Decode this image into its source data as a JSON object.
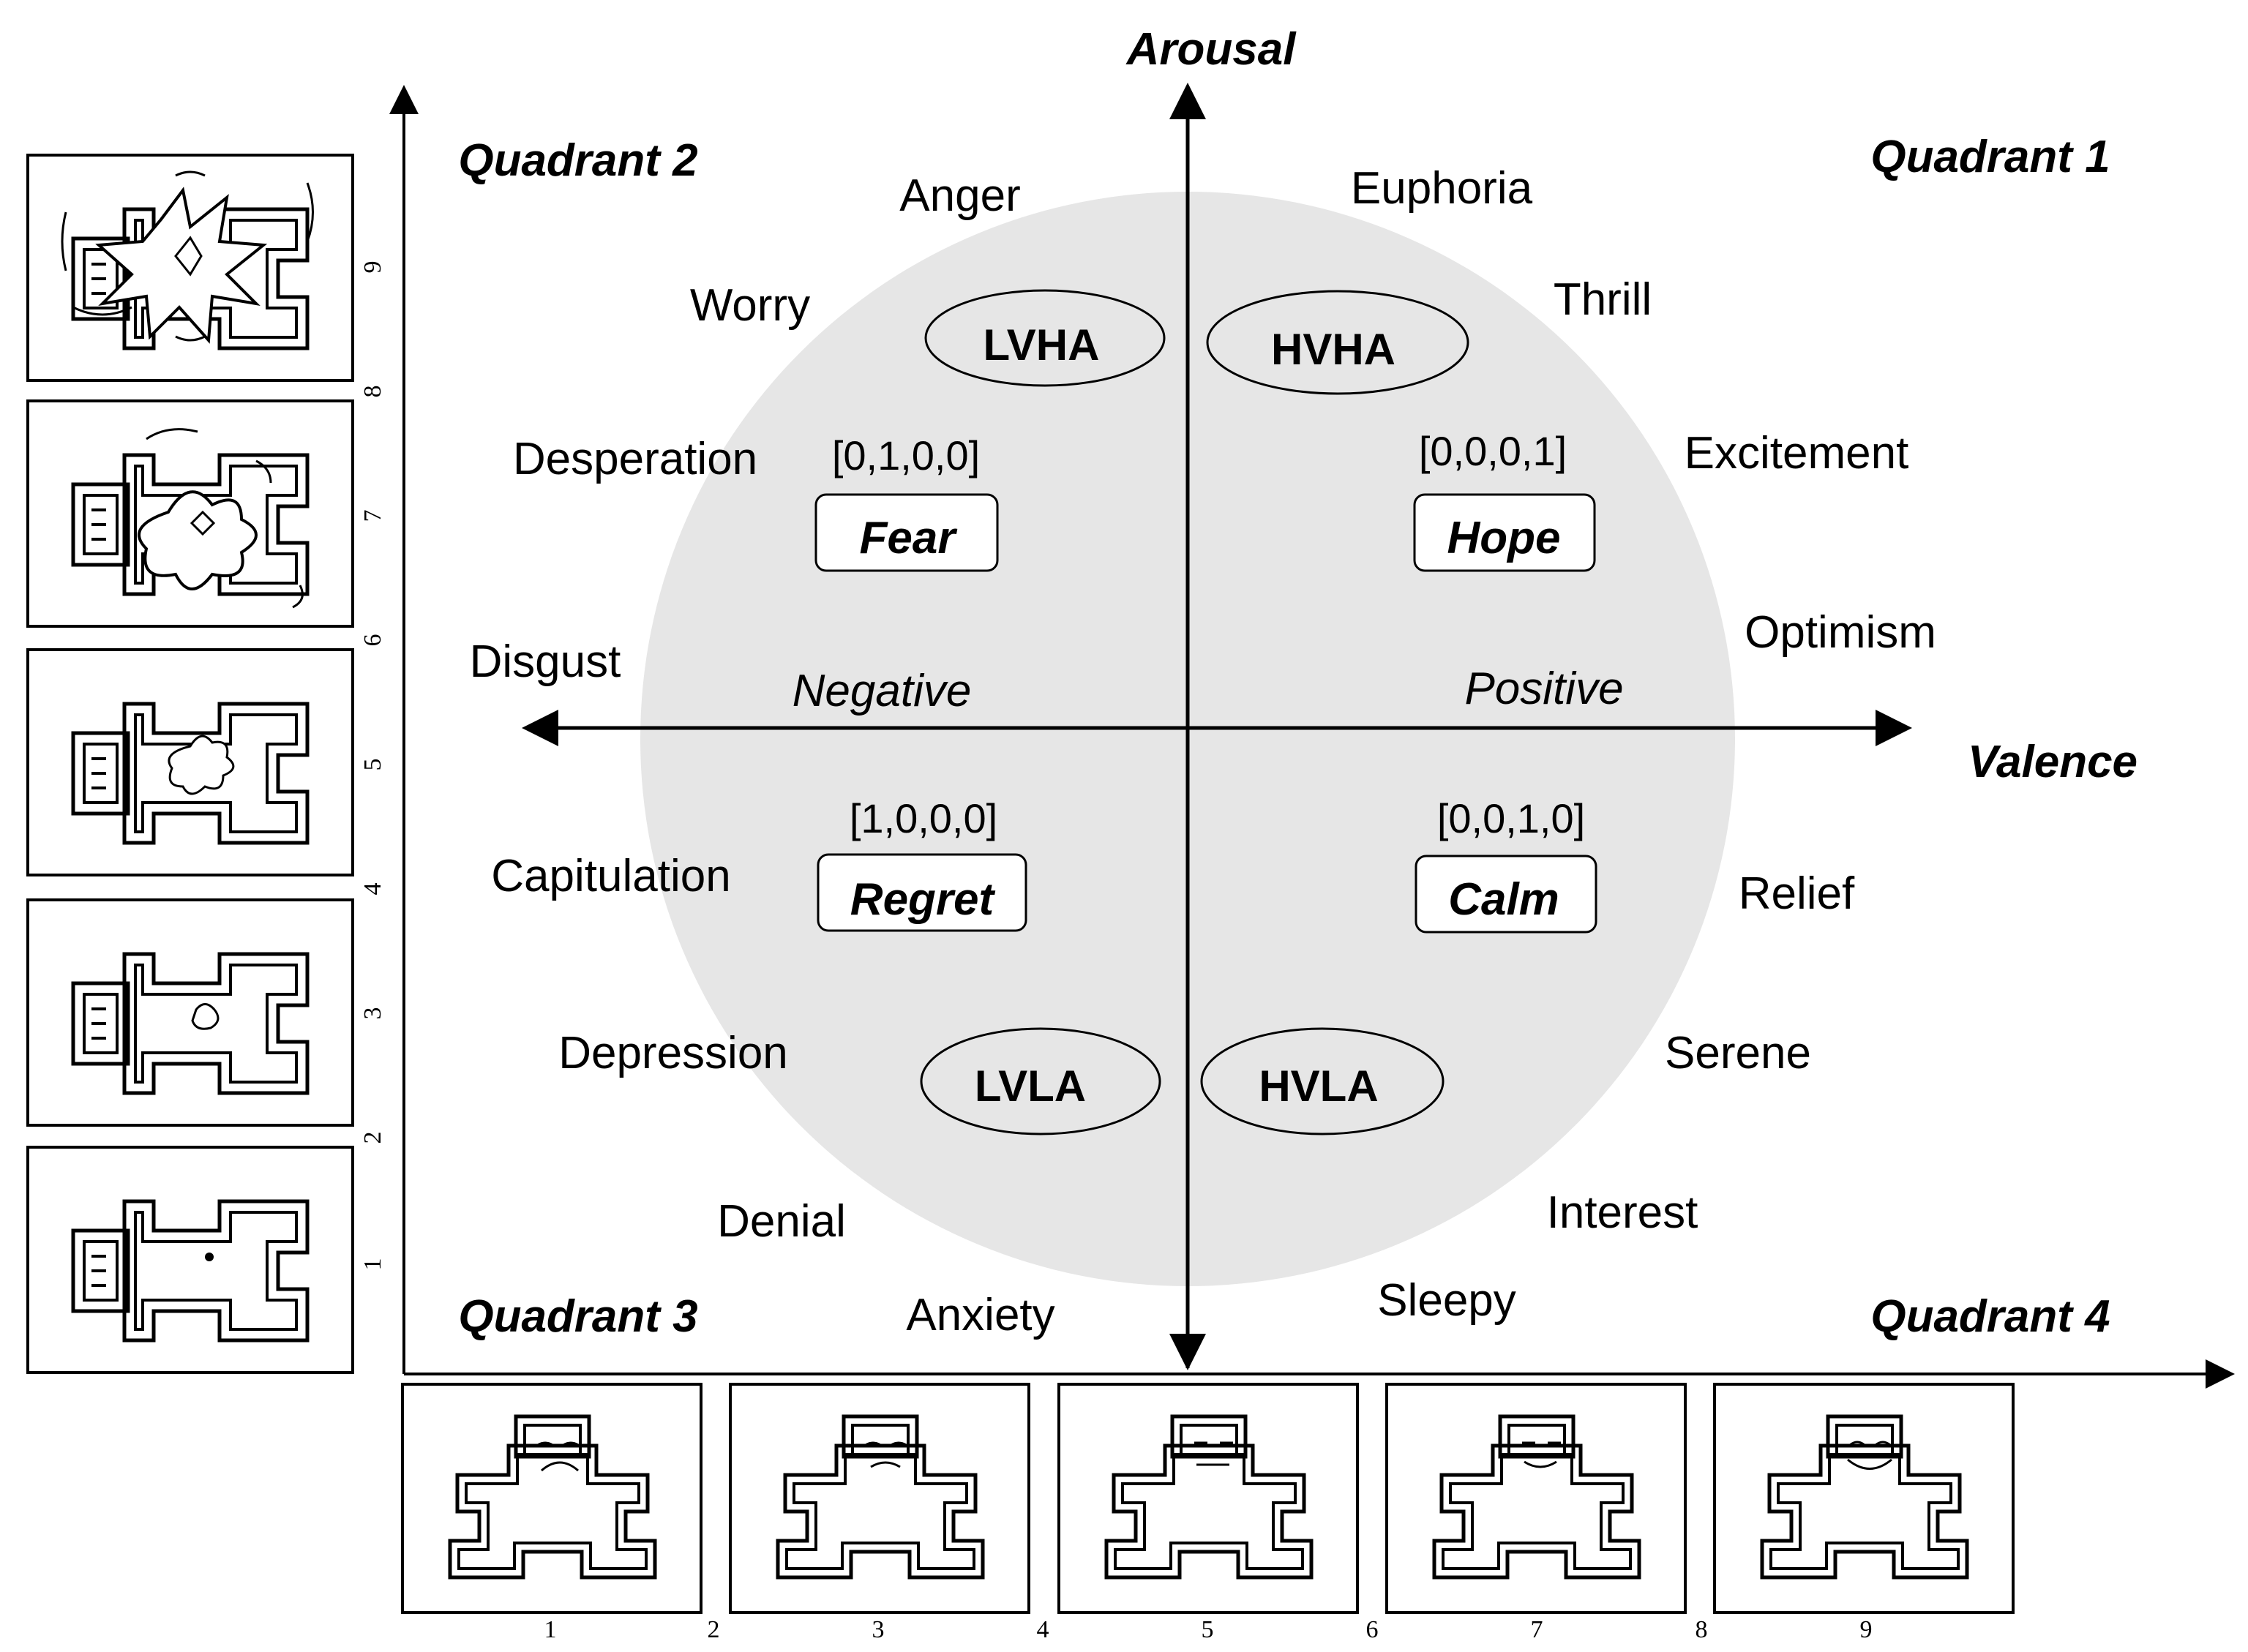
{
  "axes": {
    "arousal": "Arousal",
    "valence": "Valence",
    "negative": "Negative",
    "positive": "Positive"
  },
  "quadrants": {
    "q1": "Quadrant 1",
    "q2": "Quadrant 2",
    "q3": "Quadrant 3",
    "q4": "Quadrant 4"
  },
  "emotions": {
    "anger": "Anger",
    "worry": "Worry",
    "desperation": "Desperation",
    "disgust": "Disgust",
    "capitulation": "Capitulation",
    "depression": "Depression",
    "denial": "Denial",
    "anxiety": "Anxiety",
    "euphoria": "Euphoria",
    "thrill": "Thrill",
    "excitement": "Excitement",
    "optimism": "Optimism",
    "relief": "Relief",
    "serene": "Serene",
    "interest": "Interest",
    "sleepy": "Sleepy"
  },
  "regions": {
    "lvha": "LVHA",
    "hvha": "HVHA",
    "lvla": "LVLA",
    "hvla": "HVLA"
  },
  "classes": {
    "fear": {
      "label": "Fear",
      "vector": "[0,1,0,0]"
    },
    "hope": {
      "label": "Hope",
      "vector": "[0,0,0,1]"
    },
    "regret": {
      "label": "Regret",
      "vector": "[1,0,0,0]"
    },
    "calm": {
      "label": "Calm",
      "vector": "[0,0,1,0]"
    }
  },
  "sam_arousal_scale": [
    "1",
    "2",
    "3",
    "4",
    "5",
    "6",
    "7",
    "8",
    "9"
  ],
  "sam_valence_scale": [
    "1",
    "2",
    "3",
    "4",
    "5",
    "6",
    "7",
    "8",
    "9"
  ],
  "colors": {
    "circle": "#e6e6e6",
    "ink": "#000000"
  }
}
